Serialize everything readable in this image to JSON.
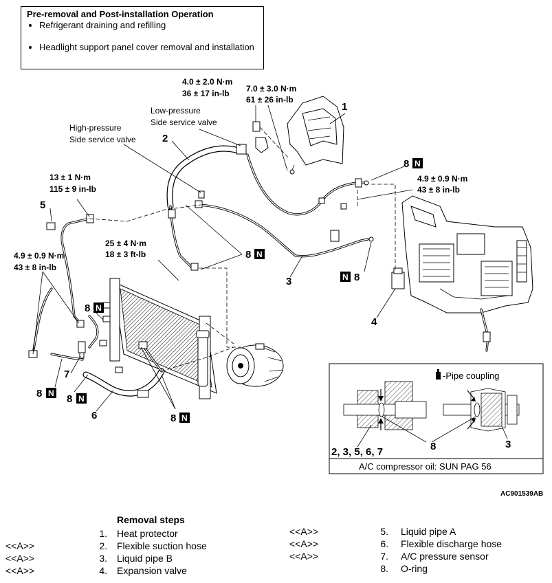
{
  "notes": {
    "title": "Pre-removal and Post-installation Operation",
    "items": [
      "Refrigerant draining and refilling",
      "Headlight support panel cover removal and installation"
    ]
  },
  "callouts": {
    "torque_1_a": "4.0 ± 2.0 N·m",
    "torque_1_b": "36 ± 17 in-lb",
    "torque_2_a": "7.0 ± 3.0 N·m",
    "torque_2_b": "61 ± 26 in-lb",
    "low_valve_a": "Low-pressure",
    "low_valve_b": "Side service valve",
    "high_valve_a": "High-pressure",
    "high_valve_b": "Side service valve",
    "torque_3_a": "13 ± 1 N·m",
    "torque_3_b": "115 ± 9 in-lb",
    "torque_4_a": "4.9 ± 0.9 N·m",
    "torque_4_b": "43 ± 8 in-lb",
    "torque_5_a": "4.9 ± 0.9 N·m",
    "torque_5_b": "43 ± 8 in-lb",
    "torque_6_a": "25 ± 4 N·m",
    "torque_6_b": "18 ± 3 ft-lb",
    "n1": "1",
    "n2": "2",
    "n3": "3",
    "n4": "4",
    "n5": "5",
    "n6": "6",
    "n7": "7",
    "n8": "8",
    "badge": "N"
  },
  "inset": {
    "legend": "-Pipe coupling",
    "left_label": "2, 3, 5, 6, 7",
    "center_label": "8",
    "right_label": "3",
    "oil": "A/C compressor oil: SUN PAG 56"
  },
  "figure_code": "AC901539AB",
  "removal_steps": {
    "header": "Removal steps",
    "items": [
      {
        "mark": "",
        "no": "1.",
        "name": "Heat protector"
      },
      {
        "mark": "<<A>>",
        "no": "2.",
        "name": "Flexible suction hose"
      },
      {
        "mark": "<<A>>",
        "no": "3.",
        "name": "Liquid pipe B"
      },
      {
        "mark": "<<A>>",
        "no": "4.",
        "name": "Expansion valve"
      },
      {
        "mark": "<<A>>",
        "no": "5.",
        "name": "Liquid pipe A"
      },
      {
        "mark": "<<A>>",
        "no": "6.",
        "name": "Flexible discharge hose"
      },
      {
        "mark": "<<A>>",
        "no": "7.",
        "name": "A/C pressure sensor"
      },
      {
        "mark": "",
        "no": "8.",
        "name": "O-ring"
      }
    ]
  }
}
